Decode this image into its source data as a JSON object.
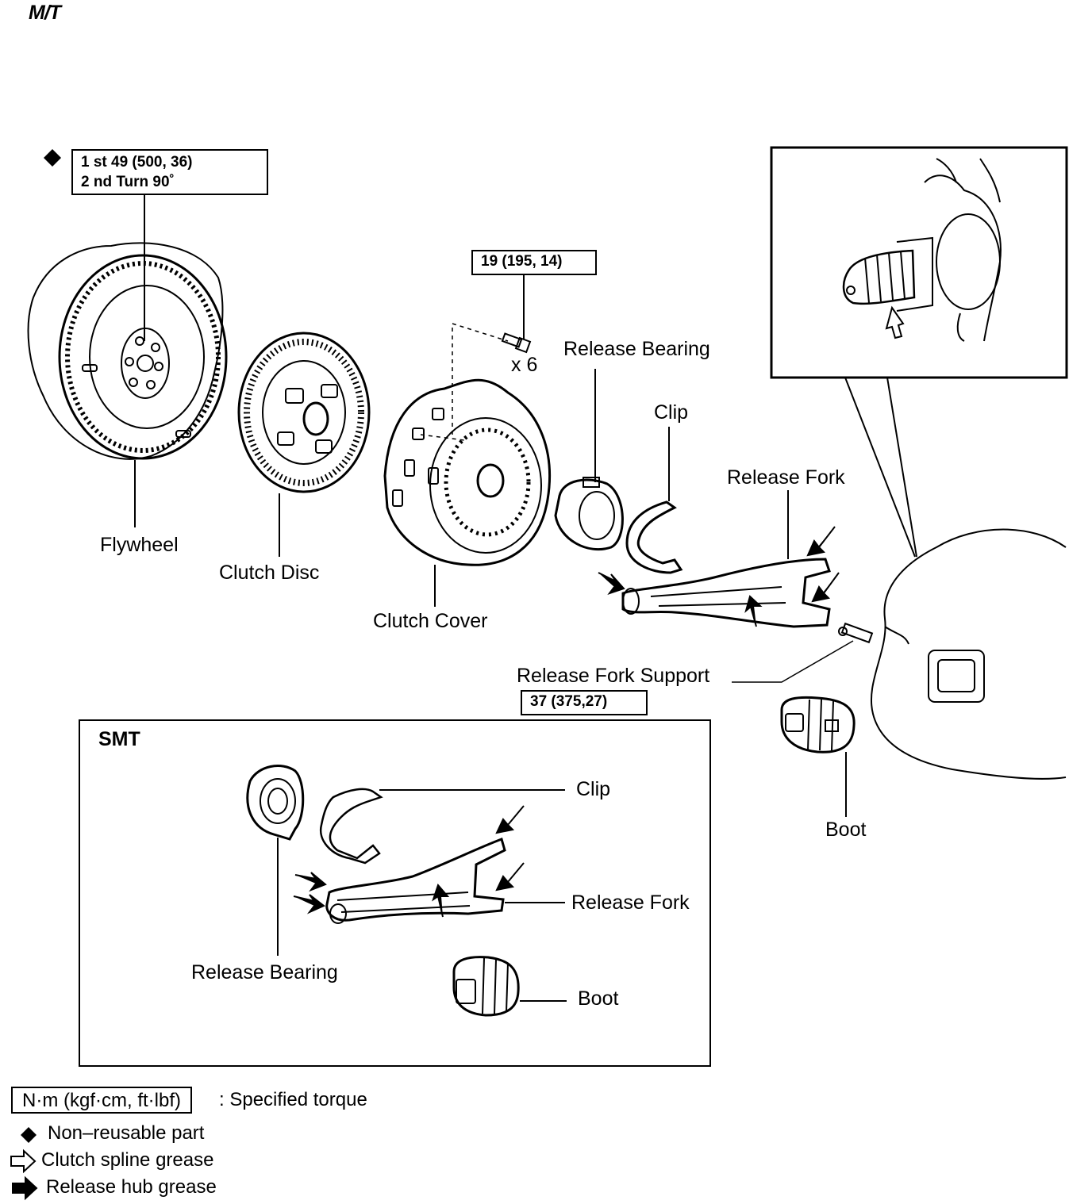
{
  "page_title": "M/T",
  "torque_flywheel": {
    "line1": "1 st 49 (500, 36)",
    "line2": "2 nd Turn 90˚"
  },
  "torque_cover": "19 (195, 14)",
  "torque_support": "37 (375,27)",
  "bolt_count": "x 6",
  "labels": {
    "flywheel": "Flywheel",
    "clutch_disc": "Clutch Disc",
    "clutch_cover": "Clutch Cover",
    "release_bearing": "Release Bearing",
    "clip": "Clip",
    "release_fork": "Release Fork",
    "release_fork_support": "Release Fork Support",
    "boot": "Boot"
  },
  "smt": {
    "title": "SMT",
    "clip": "Clip",
    "release_fork": "Release Fork",
    "release_bearing": "Release Bearing",
    "boot": "Boot"
  },
  "legend": {
    "torque_unit": "N·m (kgf·cm, ft·lbf)",
    "torque_desc": ": Specified torque",
    "non_reusable": "Non–reusable part",
    "clutch_spline": "Clutch spline grease",
    "release_hub": "Release hub grease"
  }
}
